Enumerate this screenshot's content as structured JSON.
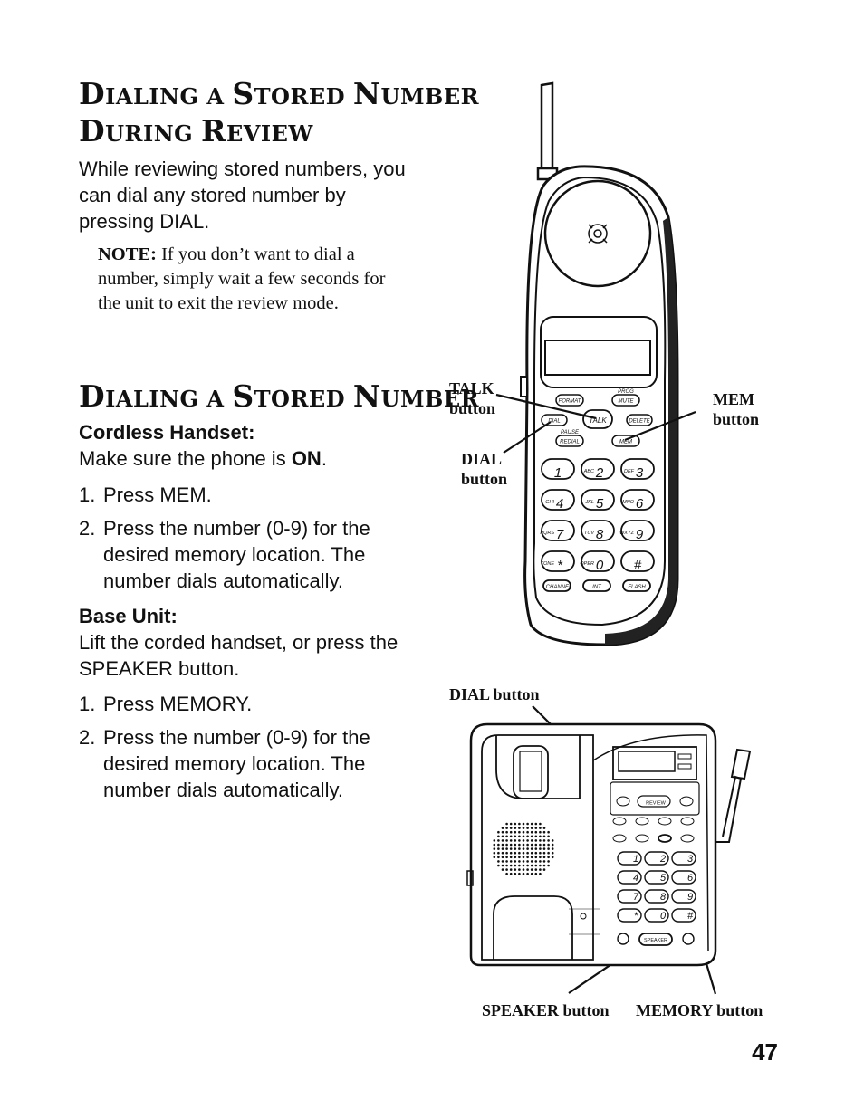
{
  "section1": {
    "title_line1": [
      "D",
      "IALING A ",
      "S",
      "TORED ",
      "N",
      "UMBER"
    ],
    "title_line2": [
      "D",
      "URING ",
      "R",
      "EVIEW"
    ],
    "intro": "While reviewing stored numbers, you can dial any stored number by pressing DIAL.",
    "note_label": "NOTE:",
    "note_text": "If you don’t want to dial a number, simply wait a few seconds for the unit to exit the review mode."
  },
  "section2": {
    "title": [
      "D",
      "IALING A ",
      "S",
      "TORED ",
      "N",
      "UMBER"
    ],
    "handset_heading": "Cordless Handset",
    "handset_colon": ":",
    "handset_instruction_pre": "Make sure the phone is ",
    "handset_instruction_on": "ON",
    "handset_instruction_post": ".",
    "handset_steps": [
      {
        "num": "1.",
        "text": "Press MEM."
      },
      {
        "num": "2.",
        "text": "Press the number (0-9) for the desired memory location. The number dials automatically."
      }
    ],
    "base_heading": "Base Unit",
    "base_colon": ":",
    "base_instruction": "Lift the corded handset, or press the SPEAKER button.",
    "base_steps": [
      {
        "num": "1.",
        "text": "Press MEMORY."
      },
      {
        "num": "2.",
        "text": "Press the number (0-9) for the desired memory location. The number dials automatically."
      }
    ]
  },
  "callouts": {
    "talk": [
      "TALK",
      "button"
    ],
    "mem": [
      "MEM",
      "button"
    ],
    "dial_handset": [
      "DIAL",
      "button"
    ],
    "dial_base": "DIAL button",
    "speaker": "SPEAKER button",
    "memory": "MEMORY button"
  },
  "handset_keys": {
    "format": "FORMAT",
    "prog": "PROG",
    "mute": "MUTE",
    "dial": "DIAL",
    "talk": "TALK",
    "delete": "DELETE",
    "pause": "PAUSE",
    "redial": "REDIAL",
    "mem": "MEM",
    "digits": [
      {
        "d": "1",
        "l": ""
      },
      {
        "d": "2",
        "l": "ABC"
      },
      {
        "d": "3",
        "l": "DEF"
      },
      {
        "d": "4",
        "l": "GHI"
      },
      {
        "d": "5",
        "l": "JKL"
      },
      {
        "d": "6",
        "l": "MNO"
      },
      {
        "d": "7",
        "l": "PQRS"
      },
      {
        "d": "8",
        "l": "TUV"
      },
      {
        "d": "9",
        "l": "WXYZ"
      },
      {
        "d": "*",
        "l": "TONE"
      },
      {
        "d": "0",
        "l": "OPER"
      },
      {
        "d": "#",
        "l": ""
      }
    ],
    "channel": "CHANNEL",
    "int": "INT",
    "flash": "FLASH"
  },
  "base_keys": {
    "review": "REVIEW",
    "speaker": "SPEAKER",
    "digits": [
      "1",
      "2",
      "3",
      "4",
      "5",
      "6",
      "7",
      "8",
      "9",
      "*",
      "0",
      "#"
    ]
  },
  "page_number": "47"
}
